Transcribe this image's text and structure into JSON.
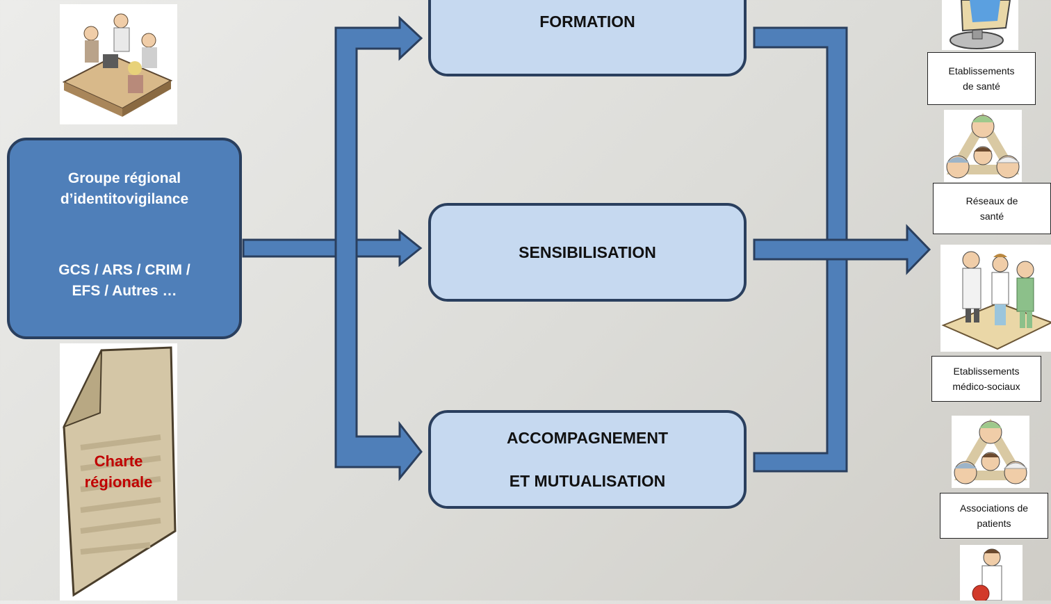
{
  "source_box": {
    "title_line1": "Groupe régional",
    "title_line2": "d’identitovigilance",
    "members_line1": "GCS / ARS / CRIM /",
    "members_line2": "EFS / Autres …"
  },
  "charter": {
    "line1": "Charte",
    "line2": "régionale"
  },
  "stages": [
    {
      "line1": "FORMATION",
      "line2": ""
    },
    {
      "line1": "SENSIBILISATION",
      "line2": ""
    },
    {
      "line1": "ACCOMPAGNEMENT",
      "line2": "ET MUTUALISATION"
    }
  ],
  "targets": [
    {
      "line1": "Etablissements",
      "line2": "de santé"
    },
    {
      "line1": "Réseaux de",
      "line2": "santé"
    },
    {
      "line1": "Etablissements",
      "line2": "médico-sociaux"
    },
    {
      "line1": "Associations de",
      "line2": "patients"
    }
  ],
  "colors": {
    "arrow_fill": "#4f7fb9",
    "arrow_stroke": "#2a3f5e",
    "stage_fill": "#c6d9f0",
    "source_fill": "#4f7fb9",
    "charter_text": "#c00000"
  }
}
